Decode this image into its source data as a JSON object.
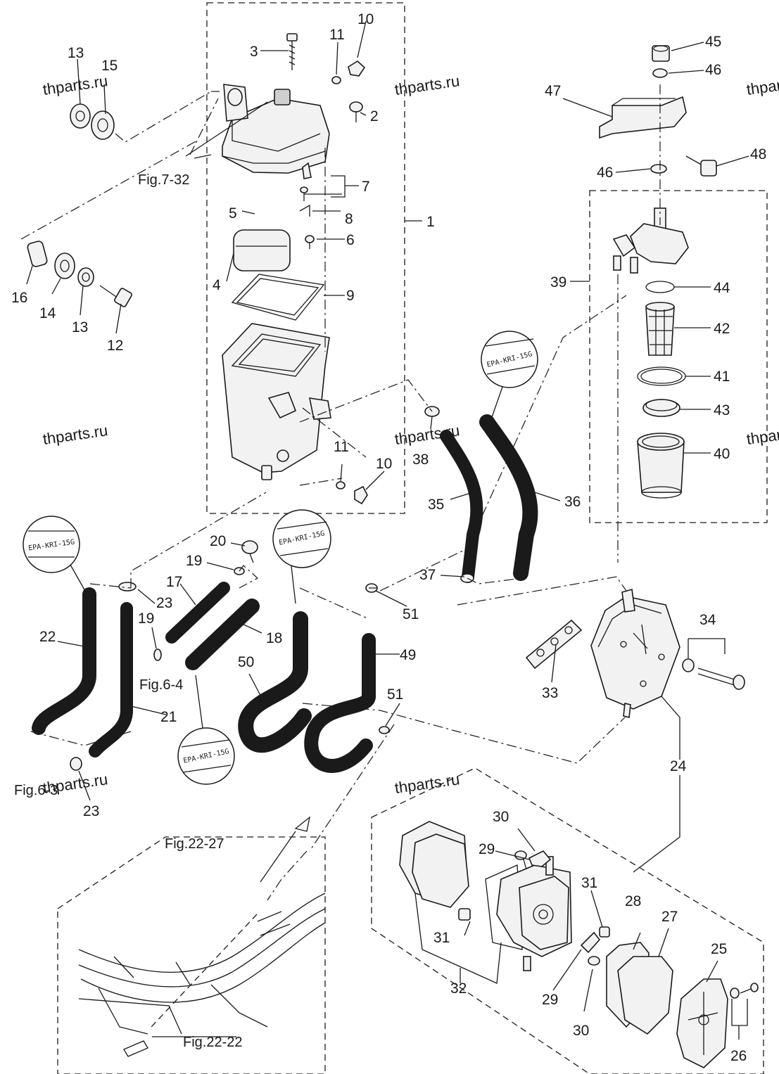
{
  "watermarks": [
    "thparts.ru",
    "thparts.ru",
    "thparts.ru",
    "thparts.ru",
    "thparts.ru",
    "thparts.ru",
    "thparts.ru",
    "thparts.ru"
  ],
  "hose_label_text": "EPA-KRI-15G",
  "figure_refs": {
    "fig_7_32": "Fig.7-32",
    "fig_6_4": "Fig.6-4",
    "fig_6_3": "Fig.6-3",
    "fig_22_27": "Fig.22-27",
    "fig_22_22": "Fig.22-22"
  },
  "callouts": {
    "c1": "1",
    "c2": "2",
    "c3": "3",
    "c4": "4",
    "c5": "5",
    "c6": "6",
    "c7": "7",
    "c8": "8",
    "c9": "9",
    "c10a": "10",
    "c10b": "10",
    "c11a": "11",
    "c11b": "11",
    "c12": "12",
    "c13a": "13",
    "c13b": "13",
    "c14": "14",
    "c15": "15",
    "c16": "16",
    "c17": "17",
    "c18": "18",
    "c19a": "19",
    "c19b": "19",
    "c20": "20",
    "c21": "21",
    "c22": "22",
    "c23a": "23",
    "c23b": "23",
    "c24": "24",
    "c25": "25",
    "c26": "26",
    "c27": "27",
    "c28": "28",
    "c29a": "29",
    "c29b": "29",
    "c30a": "30",
    "c30b": "30",
    "c31a": "31",
    "c31b": "31",
    "c32": "32",
    "c33": "33",
    "c34": "34",
    "c35": "35",
    "c36": "36",
    "c37": "37",
    "c38": "38",
    "c39": "39",
    "c40": "40",
    "c41": "41",
    "c42": "42",
    "c43": "43",
    "c44": "44",
    "c45": "45",
    "c46a": "46",
    "c46b": "46",
    "c47": "47",
    "c48": "48",
    "c49": "49",
    "c50": "50",
    "c51a": "51",
    "c51b": "51"
  }
}
